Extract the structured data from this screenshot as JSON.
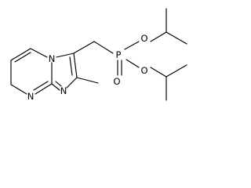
{
  "molecule": {
    "atoms": {
      "n_bridge": "N",
      "n_pyrimidine": "N",
      "n_imidazole": "N",
      "p": "P",
      "o_double": "O",
      "o_ester_upper": "O",
      "o_ester_lower": "O"
    }
  }
}
